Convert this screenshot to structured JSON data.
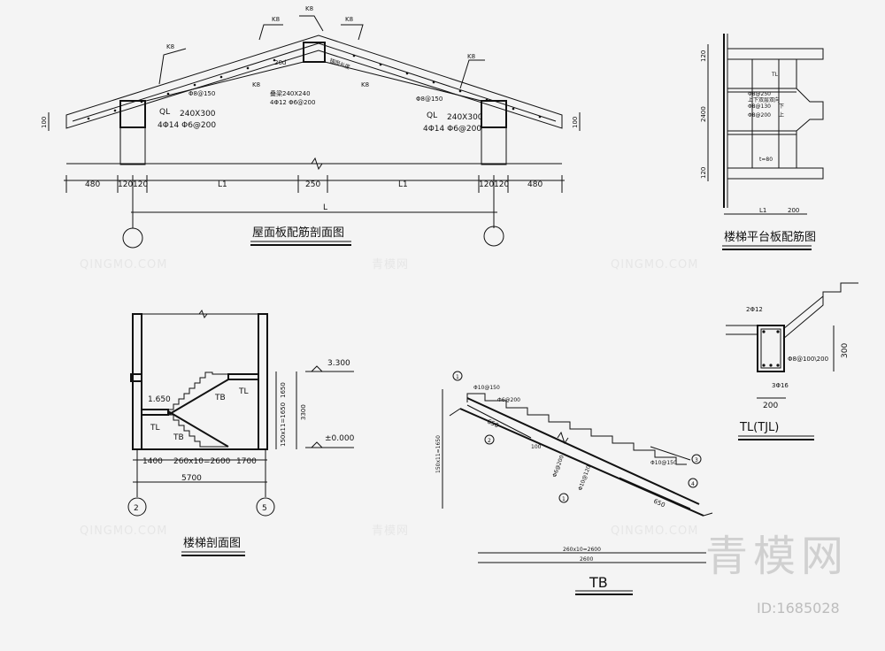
{
  "roof": {
    "title": "屋面板配筋剖面图",
    "k8": "K8",
    "rebar_150": "Φ8@150",
    "lap_20d": "20d",
    "anchor_len": "锚固长度",
    "beam_top": "叠梁240X240",
    "beam_top_rebar": "4Φ12  Φ6@200",
    "ql_label": "QL",
    "ql_size": "240X300",
    "ql_rebar": "4Φ14  Φ6@200",
    "h100": "100",
    "dims": [
      "480",
      "120",
      "120",
      "L1",
      "250",
      "L1",
      "120",
      "120",
      "480"
    ],
    "total": "L"
  },
  "platform": {
    "title": "楼梯平台板配筋图",
    "tl": "TL",
    "notes": [
      "Φ8@250",
      "上下双层双向",
      "Φ8@130",
      "下",
      "Φ8@200",
      "上"
    ],
    "thickness": "t=80",
    "dim_v": [
      "120",
      "2400",
      "120"
    ],
    "dim_l1": "L1",
    "dim_200": "200"
  },
  "stair_section": {
    "title": "楼梯剖面图",
    "elev_top": "3.300",
    "elev_mid": "1.650",
    "elev_zero": "±0.000",
    "tl": "TL",
    "tb": "TB",
    "dim_1650": "1650",
    "dim_steps_v": "150x11=1650",
    "dim_3300": "3300",
    "dim_h": [
      "1400",
      "260x10=2600",
      "1700"
    ],
    "dim_total": "5700",
    "axis_left": "2",
    "axis_right": "5"
  },
  "tb": {
    "title": "TB",
    "callouts": [
      "1",
      "2",
      "1",
      "3",
      "4"
    ],
    "rebar_a": "Φ10@150",
    "rebar_b": "Φ6@200",
    "rebar_c": "Φ10@150",
    "rebar_d": "Φ6@200",
    "rebar_e": "Φ10@120",
    "len_650": "650",
    "len_100": "100",
    "dim_v": "150x11=1650",
    "dim_h1": "260x10=2600",
    "dim_h2": "2600"
  },
  "tl": {
    "title": "TL(TJL)",
    "top_rebar": "2Φ12",
    "stirrup": "Φ8@100\\200",
    "bottom_rebar": "3Φ16",
    "width": "200",
    "height": "300"
  },
  "watermarks": {
    "latin": "QINGMO.COM",
    "cn": "青模网",
    "brand": "青模网",
    "image_id": "ID:1685028"
  }
}
